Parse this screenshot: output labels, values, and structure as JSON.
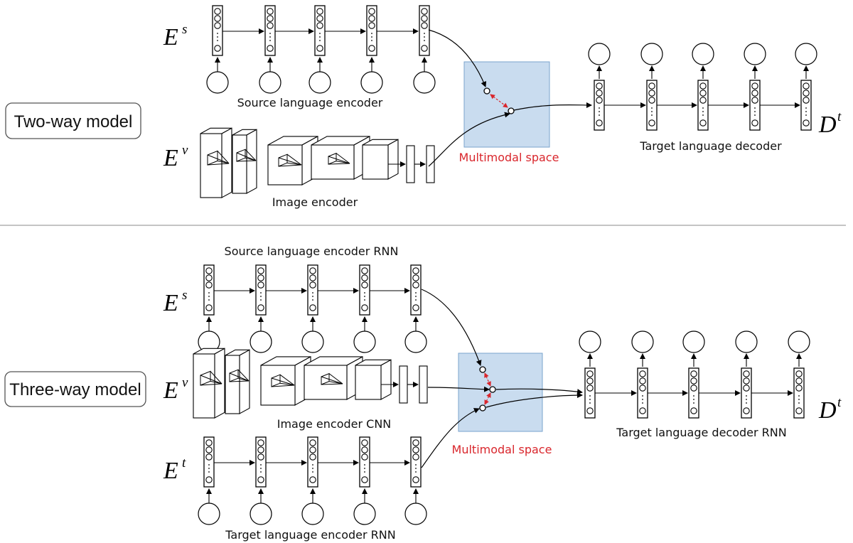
{
  "panels": [
    {
      "model_label": "Two-way model",
      "encoders": [
        {
          "symbol": "E",
          "sup": "s",
          "caption": "Source language encoder"
        },
        {
          "symbol": "E",
          "sup": "v",
          "caption": "Image encoder"
        }
      ],
      "space_label": "Multimodal space",
      "decoder": {
        "symbol": "D",
        "sup": "t",
        "caption": "Target language decoder"
      }
    },
    {
      "model_label": "Three-way model",
      "encoders": [
        {
          "symbol": "E",
          "sup": "s",
          "caption": "Source language encoder RNN"
        },
        {
          "symbol": "E",
          "sup": "v",
          "caption": "Image encoder CNN"
        },
        {
          "symbol": "E",
          "sup": "t",
          "caption": "Target language encoder RNN"
        }
      ],
      "space_label": "Multimodal space",
      "decoder": {
        "symbol": "D",
        "sup": "t",
        "caption": "Target language decoder RNN"
      }
    }
  ],
  "colors": {
    "space_fill": "#c9dcef",
    "space_stroke": "#7aa3cc",
    "red": "#d9262c",
    "divider": "#888888"
  }
}
